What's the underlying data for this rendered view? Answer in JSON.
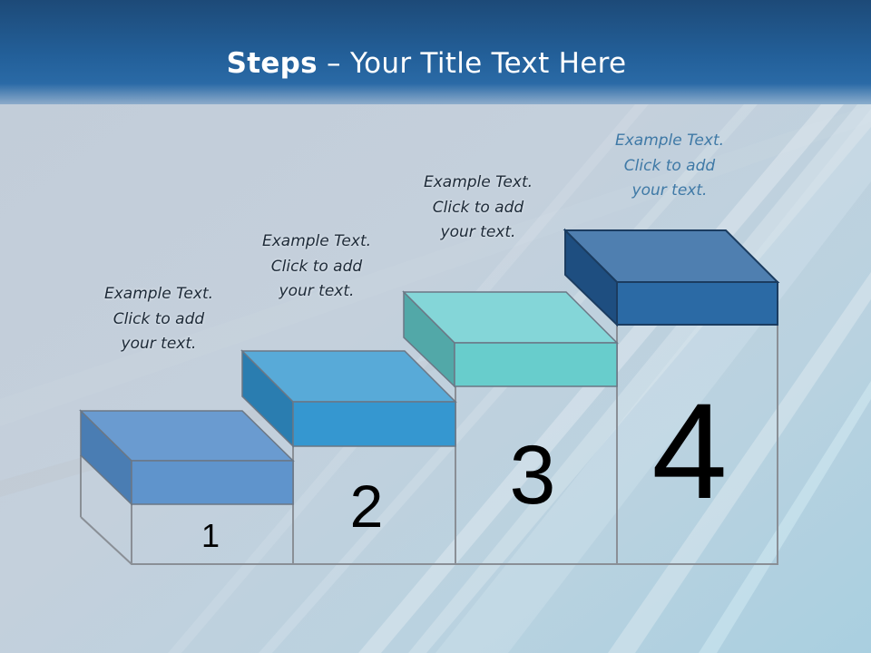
{
  "slide": {
    "title_bold": "Steps",
    "title_rest": " – Your Title Text Here"
  },
  "steps": [
    {
      "number": "1",
      "lines": [
        "Example Text.",
        "Click  to add",
        "your text."
      ],
      "top_color": "#6a9bd0",
      "front_color": "#5f94cc",
      "side_color": "#4a7db3"
    },
    {
      "number": "2",
      "lines": [
        "Example Text.",
        "Click  to add",
        "your text."
      ],
      "top_color": "#58aad8",
      "front_color": "#3597d0",
      "side_color": "#2a7db0"
    },
    {
      "number": "3",
      "lines": [
        "Example Text.",
        "Click  to add",
        "your text."
      ],
      "top_color": "#84d6d8",
      "front_color": "#68cdcc",
      "side_color": "#52a8a8"
    },
    {
      "number": "4",
      "lines": [
        "Example Text.",
        "Click  to add",
        "your text."
      ],
      "top_color": "#4f7fb0",
      "front_color": "#2b6aa5",
      "side_color": "#1e4e80"
    }
  ]
}
